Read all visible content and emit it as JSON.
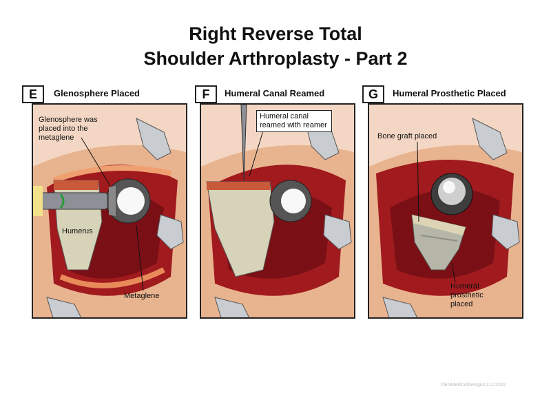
{
  "title": {
    "line1": "Right Reverse Total",
    "line2": "Shoulder Arthroplasty - Part 2"
  },
  "panels": [
    {
      "letter": "E",
      "heading": "Glenosphere Placed",
      "labels": [
        "Glenosphere was placed into the metaglene",
        "Humerus",
        "Metaglene"
      ]
    },
    {
      "letter": "F",
      "heading": "Humeral Canal Reamed",
      "labels": [
        "Humeral canal reamed with reamer"
      ]
    },
    {
      "letter": "G",
      "heading": "Humeral Prosthetic Placed",
      "labels": [
        "Bone graft placed",
        "Humeral prosthetic placed"
      ]
    }
  ],
  "copyright": "©ENMedicalDesigns,LLC2022"
}
